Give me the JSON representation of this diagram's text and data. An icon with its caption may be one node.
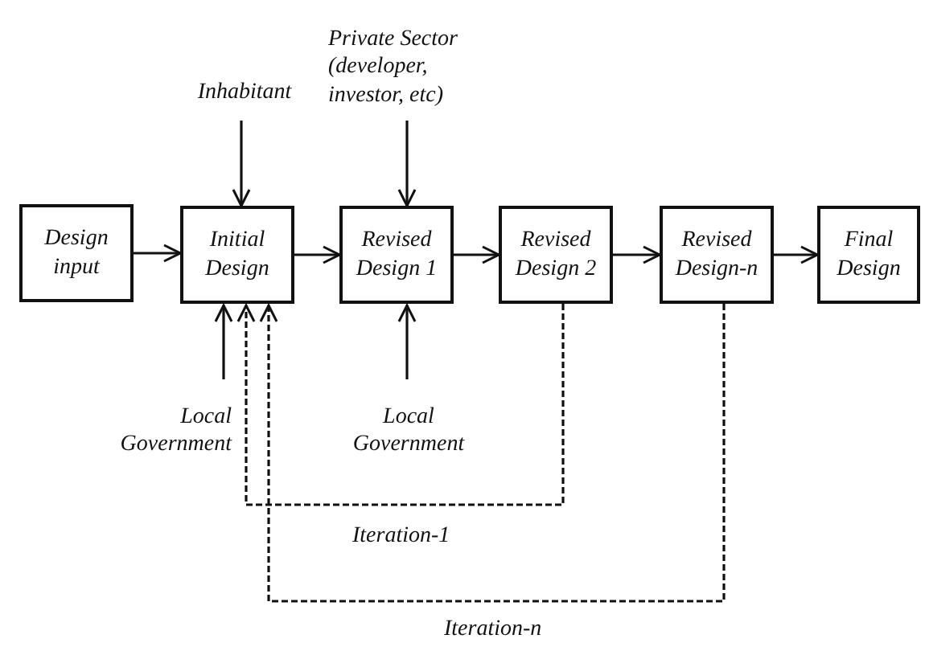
{
  "diagram": {
    "nodes": [
      {
        "text": [
          "Design input"
        ]
      },
      {
        "text": [
          "Initial Design"
        ]
      },
      {
        "text": [
          "Revised Design 1"
        ]
      },
      {
        "text": [
          "Revised Design 2"
        ]
      },
      {
        "text": [
          "Revised Design-n"
        ]
      },
      {
        "text": [
          "Final Design"
        ]
      },
      {
        "text": [
          "Inhabitant"
        ]
      },
      {
        "text": [
          "Private Sector (developer, investor, etc)"
        ]
      },
      {
        "text": [
          "Local Government"
        ]
      },
      {
        "text": [
          "Local Government"
        ]
      }
    ],
    "edges": [
      {
        "from": 0,
        "to": 1,
        "arrow": "to"
      },
      {
        "from": 1,
        "to": 2,
        "arrow": "to"
      },
      {
        "from": 2,
        "to": 3,
        "arrow": "to"
      },
      {
        "from": 3,
        "to": 4,
        "arrow": "to"
      },
      {
        "from": 4,
        "to": 5,
        "arrow": "to"
      },
      {
        "from": 6,
        "to": 1,
        "arrow": "to"
      },
      {
        "from": 7,
        "to": 2,
        "arrow": "to"
      },
      {
        "from": 8,
        "to": 1,
        "arrow": "to"
      },
      {
        "from": 9,
        "to": 2,
        "arrow": "to"
      },
      {
        "from": 3,
        "to": 1,
        "arrow": "to",
        "style": "dashed",
        "label": "Iteration-1"
      },
      {
        "from": 4,
        "to": 1,
        "arrow": "to",
        "style": "dashed",
        "label": "Iteration-n"
      }
    ]
  }
}
